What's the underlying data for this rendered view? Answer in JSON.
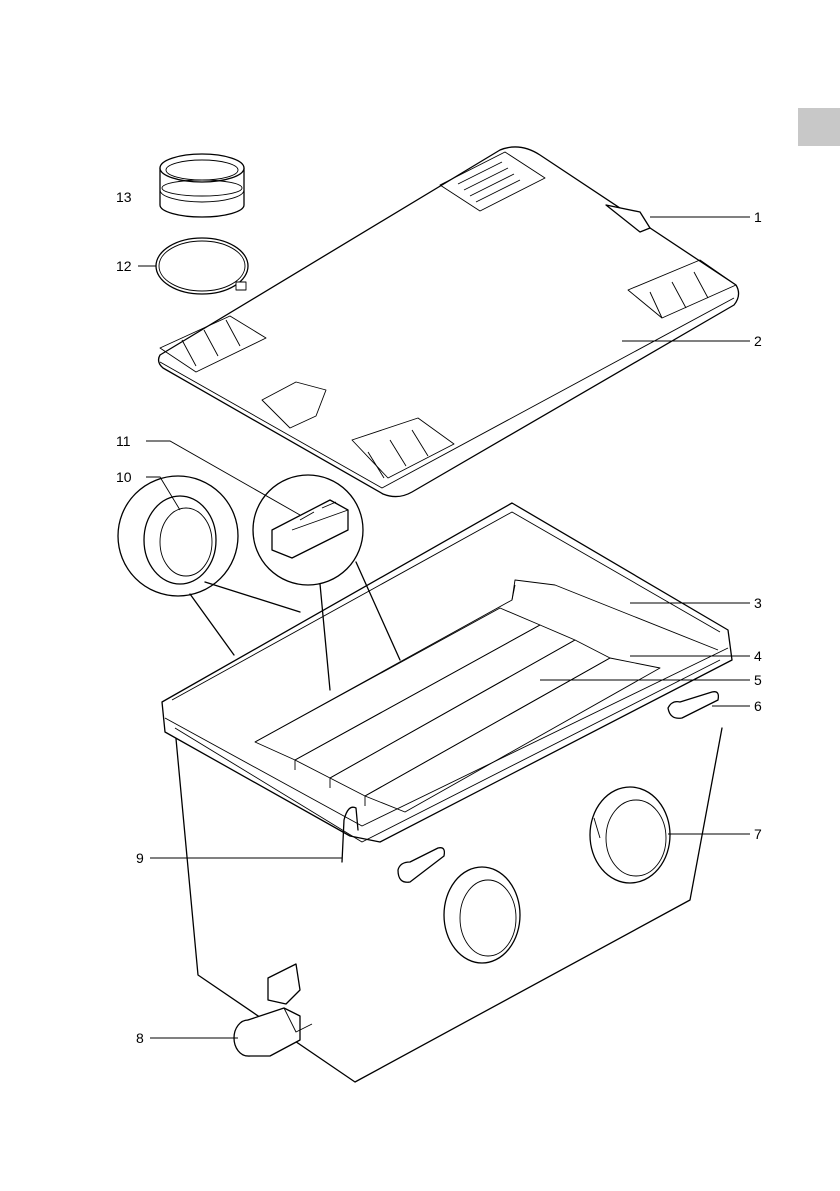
{
  "figure": {
    "callouts": [
      {
        "id": "c1",
        "label": "1"
      },
      {
        "id": "c2",
        "label": "2"
      },
      {
        "id": "c3",
        "label": "3"
      },
      {
        "id": "c4",
        "label": "4"
      },
      {
        "id": "c5",
        "label": "5"
      },
      {
        "id": "c6",
        "label": "6"
      },
      {
        "id": "c7",
        "label": "7"
      },
      {
        "id": "c8",
        "label": "8"
      },
      {
        "id": "c9",
        "label": "9"
      },
      {
        "id": "c10",
        "label": "10"
      },
      {
        "id": "c11",
        "label": "11"
      },
      {
        "id": "c12",
        "label": "12"
      },
      {
        "id": "c13",
        "label": "13"
      }
    ]
  },
  "colors": {
    "line": "#000000",
    "background": "#ffffff",
    "language_tab": "#c8c8c8"
  }
}
